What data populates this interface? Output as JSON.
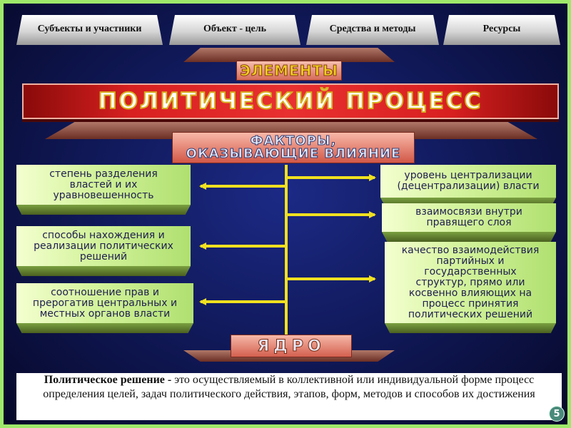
{
  "tabs": [
    {
      "label": "Субъекты и участники"
    },
    {
      "label": "Объект - цель"
    },
    {
      "label": "Средства и методы"
    },
    {
      "label": "Ресурсы"
    }
  ],
  "elements_label": "ЭЛЕМЕНТЫ",
  "title": "ПОЛИТИЧЕСКИЙ ПРОЦЕСС",
  "factors_label": {
    "line1": "ФАКТОРЫ,",
    "line2": "ОКАЗЫВАЮЩИЕ ВЛИЯНИЕ"
  },
  "left_factors": [
    {
      "lines": [
        "степень разделения",
        "властей и их",
        "уравновешенность"
      ]
    },
    {
      "lines": [
        "способы нахождения и",
        "реализации политических",
        "решений"
      ]
    },
    {
      "lines": [
        "соотношение прав и",
        "прерогатив центральных и",
        "местных органов власти"
      ]
    }
  ],
  "right_factors": [
    {
      "lines": [
        "уровень централизации",
        "(децентрализации) власти"
      ]
    },
    {
      "lines": [
        "взаимосвязи внутри",
        "правящего слоя"
      ]
    },
    {
      "lines": [
        "качество взаимодействия",
        "партийных и",
        "государственных",
        "структур, прямо или",
        "косвенно влияющих на",
        "процесс принятия",
        "политических решений"
      ]
    }
  ],
  "core_label": "ЯДРО",
  "definition": {
    "term": "Политическое решение -",
    "text": " это осуществляемый в коллективной или индивидуальной форме процесс определения целей, задач политического действия, этапов, форм, методов и способов их достижения"
  },
  "page_number": "5",
  "colors": {
    "frame": "#9ee86a",
    "background": "#111a5c",
    "arrow": "#f0e020",
    "title_red": "#c81818"
  }
}
